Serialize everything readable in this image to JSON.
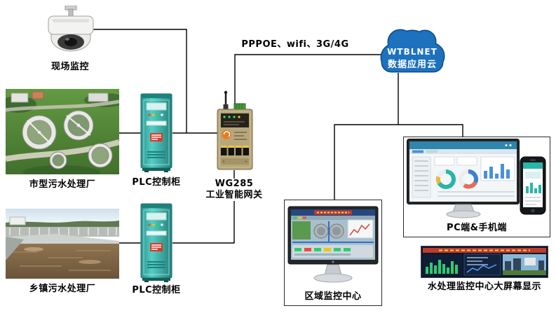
{
  "nodes": {
    "camera": {
      "label": "现场监控"
    },
    "city_plant": {
      "label": "市型污水处理厂"
    },
    "town_plant": {
      "label": "乡镇污水处理厂"
    },
    "plc_cabinet_top": {
      "label": "PLC控制柜"
    },
    "plc_cabinet_bottom": {
      "label": "PLC控制柜"
    },
    "gateway": {
      "model": "WG285",
      "label": "工业智能网关"
    },
    "cloud": {
      "title": "WTBLNET",
      "subtitle": "数据应用云"
    },
    "regional_center": {
      "label": "区域监控中心"
    },
    "pc_mobile": {
      "label": "PC端&手机端"
    },
    "big_screen": {
      "label": "水处理监控中心大屏幕显示"
    }
  },
  "links": {
    "wan": {
      "label": "PPPOE、wifi、3G/4G"
    }
  },
  "colors": {
    "cloud_fill": "#1d71bd",
    "cloud_outline": "#0a4d8c",
    "cabinet_teal": "#2fa39d",
    "gateway_body": "#b6a77b",
    "connector": "#000000",
    "box_border": "#2b2b2b",
    "screen_header_red": "#bf3b2b",
    "dashboard_teal": "#29b6a8"
  }
}
